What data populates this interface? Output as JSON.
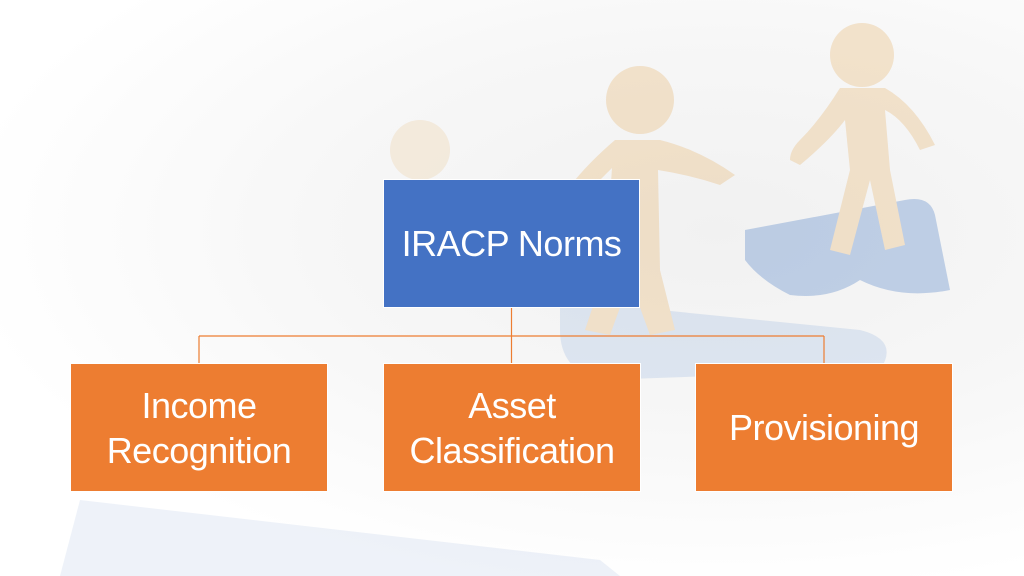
{
  "colors": {
    "root_fill": "#4472c4",
    "child_fill": "#ed7d31",
    "connector": "#ed7d31",
    "figure": "#e8b97a",
    "puzzle": "#5b87c8"
  },
  "diagram": {
    "root": {
      "label": "IRACP Norms"
    },
    "children": [
      {
        "label": "Income\nRecognition"
      },
      {
        "label": "Asset\nClassification"
      },
      {
        "label": "Provisioning"
      }
    ]
  },
  "background": {
    "image": "faded-figures-with-puzzle-pieces"
  }
}
